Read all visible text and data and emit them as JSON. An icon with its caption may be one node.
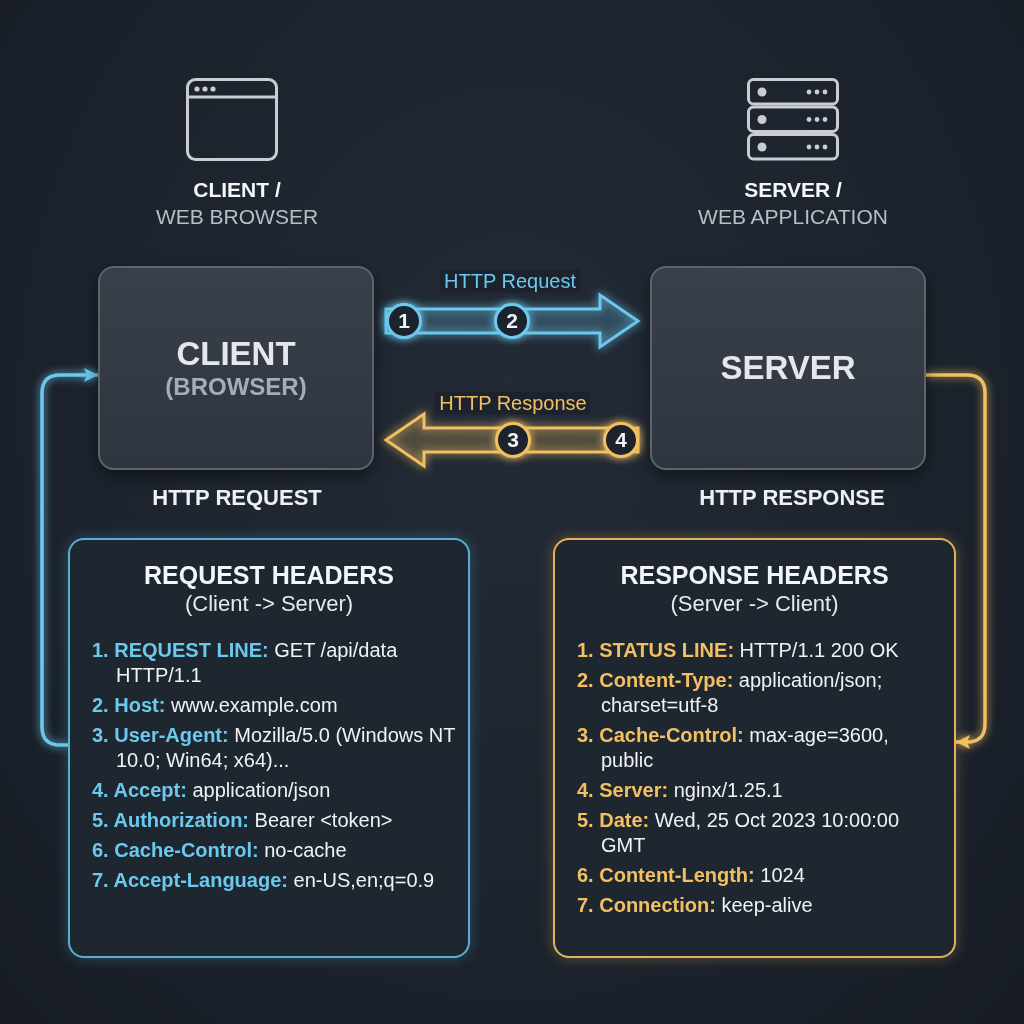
{
  "diagram": {
    "nodes": [
      {
        "text": [
          "CLIENT",
          "(BROWSER)"
        ],
        "beside": [
          "**CLIENT /** WEB BROWSER"
        ]
      },
      {
        "text": [
          "SERVER"
        ],
        "beside": [
          "**SERVER /** WEB APPLICATION"
        ]
      },
      {
        "text": [
          "REQUEST HEADERS",
          "(Client -> Server)",
          "**1. REQUEST LINE:** GET /api/data HTTP/1.1",
          "**2. Host:** www.example.com",
          "**3. User-Agent:** Mozilla/5.0 (Windows NT 10.0; Win64; x64)...",
          "**4. Accept:** application/json",
          "**5. Authorization:** Bearer <token>",
          "**6. Cache-Control:** no-cache",
          "**7. Accept-Language:** en-US,en;q=0.9"
        ]
      },
      {
        "text": [
          "RESPONSE HEADERS",
          "(Server -> Client)",
          "**1. STATUS LINE:** HTTP/1.1 200 OK",
          "**2. Content-Type:** application/json; charset=utf-8",
          "**3. Cache-Control:** max-age=3600, public",
          "**4. Server:** nginx/1.25.1",
          "**5. Date:** Wed, 25 Oct 2023 10:00:00 GMT",
          "**6. Content-Length:** 1024",
          "**7. Connection:** keep-alive"
        ]
      }
    ],
    "edges": [
      {
        "from": 0,
        "to": 1,
        "arrow": "to",
        "label": "HTTP Request",
        "style": "thick",
        "color": "#6cc9ee"
      },
      {
        "from": 1,
        "to": 0,
        "arrow": "to",
        "label": "HTTP Response",
        "style": "thick",
        "color": "#f2c062"
      },
      {
        "from": 2,
        "to": 0,
        "arrow": "to",
        "color": "#6cc9ee"
      },
      {
        "from": 1,
        "to": 3,
        "arrow": "to",
        "color": "#f2c062"
      }
    ],
    "labels": [
      "1",
      "2",
      "3",
      "4",
      "HTTP REQUEST",
      "HTTP RESPONSE"
    ]
  }
}
